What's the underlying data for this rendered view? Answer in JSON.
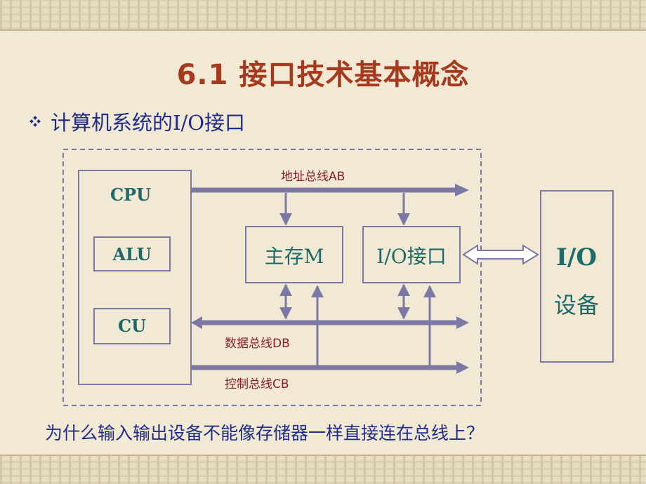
{
  "slide": {
    "title": "6.1  接口技术基本概念",
    "bullet": "计算机系统的I/O接口",
    "question": "为什么输入输出设备不能像存储器一样直接连在总线上？"
  },
  "diagram": {
    "cpu_label": "CPU",
    "alu_label": "ALU",
    "cu_label": "CU",
    "memory_label": "主存M",
    "io_interface_label": "I/O接口",
    "io_device_label_1": "I/O",
    "io_device_label_2": "设备",
    "address_bus_label": "地址总线AB",
    "data_bus_label": "数据总线DB",
    "control_bus_label": "控制总线CB"
  },
  "colors": {
    "title": "#a53a1f",
    "text_blue": "#1f2c8a",
    "text_green": "#1d6a6a",
    "bus_label_red": "#8b1a2a",
    "bus_arrow": "#7b78a6"
  },
  "icons": {
    "bullet": "diamond-bullet-icon"
  }
}
